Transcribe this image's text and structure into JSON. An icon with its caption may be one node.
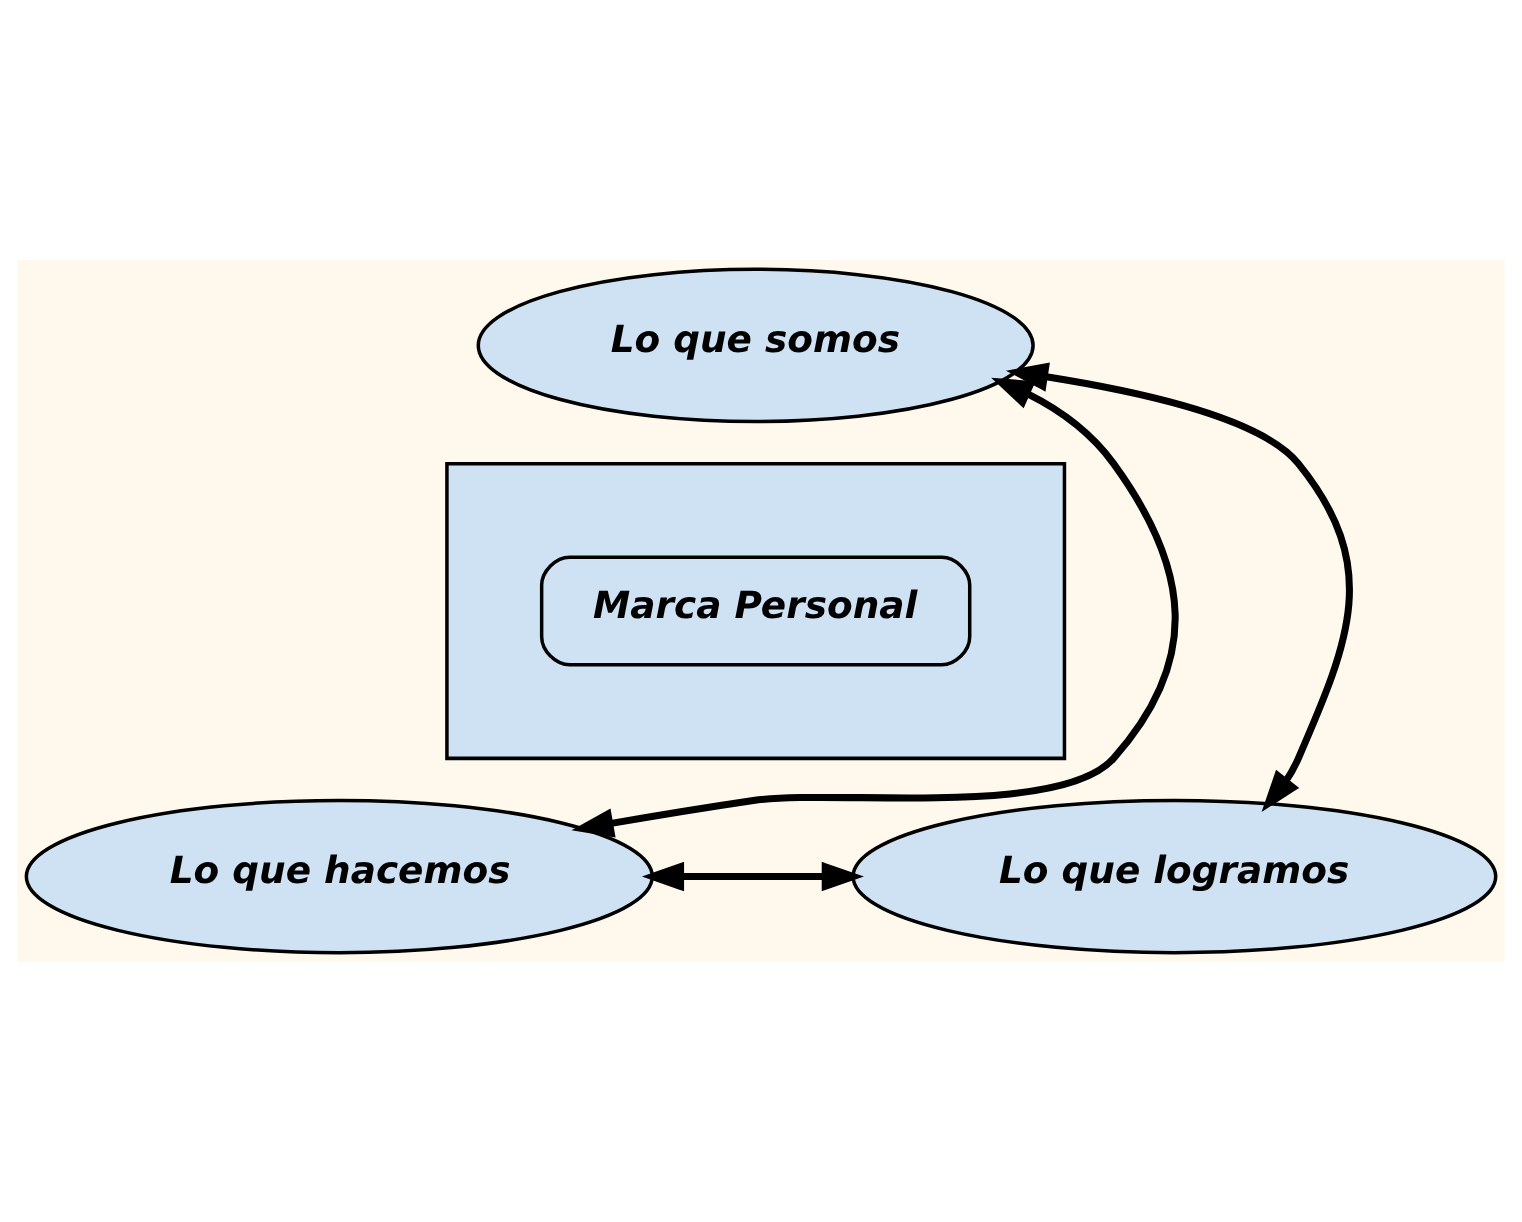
{
  "diagram": {
    "nodes": [
      {
        "text": [
          "Lo que somos"
        ]
      },
      {
        "text": [],
        "shape": "triangle"
      },
      {
        "text": [
          "Marca Personal"
        ],
        "in": 1
      },
      {
        "text": [
          "Lo que hacemos"
        ]
      },
      {
        "text": [
          "Lo que logramos"
        ]
      }
    ],
    "edges": [
      {
        "from": 0,
        "to": 3,
        "arrow": "both"
      },
      {
        "from": 0,
        "to": 4,
        "arrow": "both"
      },
      {
        "from": 3,
        "to": 4,
        "arrow": "both"
      }
    ]
  }
}
